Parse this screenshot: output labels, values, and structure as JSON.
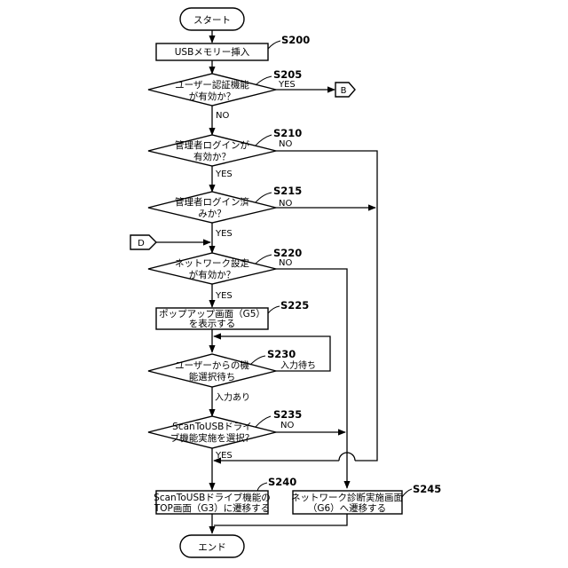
{
  "terminals": {
    "start": "スタート",
    "end": "エンド"
  },
  "connectors": {
    "b": "B",
    "d": "D"
  },
  "steps": {
    "s200": {
      "label": "S200",
      "line1": "USBメモリー挿入"
    },
    "s205": {
      "label": "S205",
      "line1": "ユーザー認証機能",
      "line2": "が有効か？"
    },
    "s210": {
      "label": "S210",
      "line1": "管理者ログインが",
      "line2": "有効か？"
    },
    "s215": {
      "label": "S215",
      "line1": "管理者ログイン済",
      "line2": "みか？"
    },
    "s220": {
      "label": "S220",
      "line1": "ネットワーク設定",
      "line2": "が有効か？"
    },
    "s225": {
      "label": "S225",
      "line1": "ポップアップ画面（G5）",
      "line2": "を表示する"
    },
    "s230": {
      "label": "S230",
      "line1": "ユーザーからの機",
      "line2": "能選択待ち"
    },
    "s235": {
      "label": "S235",
      "line1": "ScanToUSBドライ",
      "line2": "ブ機能実施を選択？"
    },
    "s240": {
      "label": "S240",
      "line1": "ScanToUSBドライブ機能の",
      "line2": "TOP画面（G3）に遷移する"
    },
    "s245": {
      "label": "S245",
      "line1": "ネットワーク診断実施画面",
      "line2": "（G6）へ遷移する"
    }
  },
  "branches": {
    "yes": "YES",
    "no": "NO",
    "waiting": "入力待ち",
    "input_received": "入力あり"
  }
}
